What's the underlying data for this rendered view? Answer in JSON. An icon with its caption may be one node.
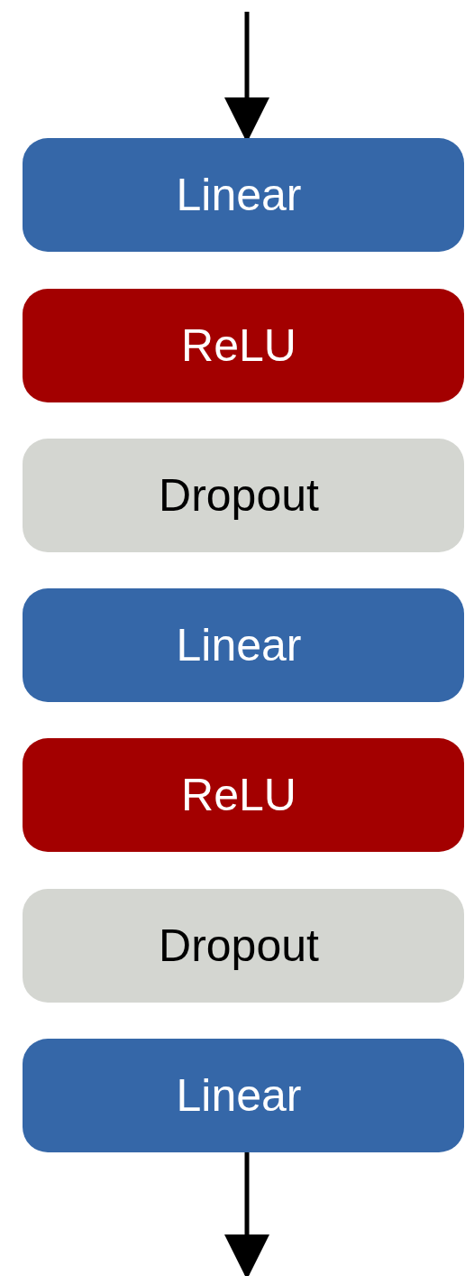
{
  "diagram": {
    "nodes": [
      {
        "text": [
          "Linear"
        ]
      },
      {
        "text": [
          "ReLU"
        ]
      },
      {
        "text": [
          "Dropout"
        ]
      },
      {
        "text": [
          "Linear"
        ]
      },
      {
        "text": [
          "ReLU"
        ]
      },
      {
        "text": [
          "Dropout"
        ]
      },
      {
        "text": [
          "Linear"
        ]
      }
    ],
    "edges": [
      {
        "from": null,
        "to": 0,
        "arrow": "to"
      },
      {
        "from": 6,
        "to": null,
        "arrow": "to"
      }
    ]
  }
}
